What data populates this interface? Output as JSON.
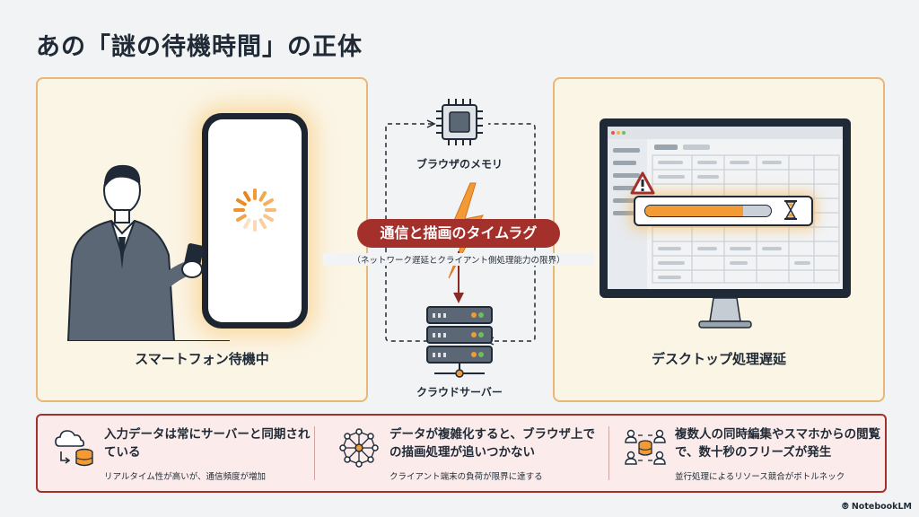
{
  "title": "あの「謎の待機時間」の正体",
  "left_panel": {
    "label": "スマートフォン待機中"
  },
  "right_panel": {
    "label": "デスクトップ処理遅延",
    "progress": 0.78
  },
  "center": {
    "top_node": "ブラウザのメモリ",
    "bottom_node": "クラウドサーバー",
    "banner": "通信と描画のタイムラグ",
    "banner_sub": "（ネットワーク遅延とクライアント側処理能力の限界）"
  },
  "causes": [
    {
      "icon": "cloud-sync-database-icon",
      "heading": "入力データは常にサーバーと同期されている",
      "detail": "リアルタイム性が高いが、通信頻度が増加"
    },
    {
      "icon": "network-graph-icon",
      "heading": "データが複雑化すると、ブラウザ上での描画処理が追いつかない",
      "detail": "クライアント端末の負荷が限界に達する"
    },
    {
      "icon": "multi-user-database-icon",
      "heading": "複数人の同時編集やスマホからの閲覧で、数十秒のフリーズが発生",
      "detail": "並行処理によるリソース競合がボトルネック"
    }
  ],
  "brand": "NotebookLM",
  "colors": {
    "accent": "#a4302c",
    "orange": "#f29a36",
    "panel_border": "#e9b777",
    "panel_bg": "#fbf5e6"
  }
}
